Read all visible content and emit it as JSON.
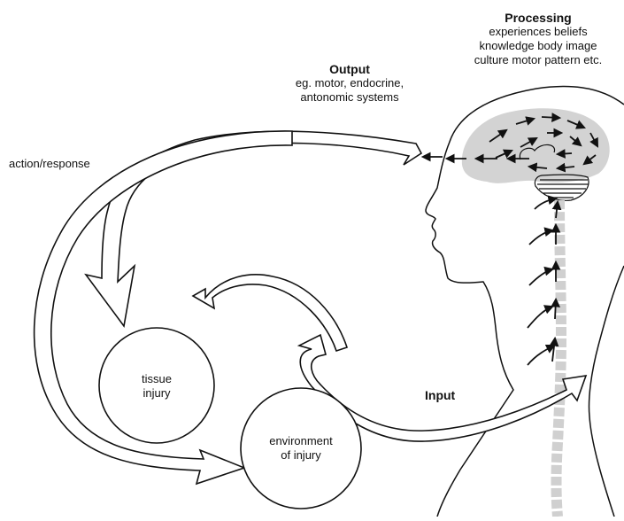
{
  "processing": {
    "title": "Processing",
    "lines": [
      "experiences  beliefs",
      "knowledge  body image",
      "culture  motor pattern etc."
    ]
  },
  "output": {
    "title": "Output",
    "lines": [
      "eg. motor, endocrine,",
      "antonomic systems"
    ]
  },
  "action_label": "action/response",
  "input_label": "Input",
  "tissue": {
    "line1": "tissue",
    "line2": "injury"
  },
  "environment": {
    "line1": "environment",
    "line2": "of injury"
  },
  "colors": {
    "ink": "#111111",
    "brain_shade": "#c8c8c8",
    "spine_shade": "#d0d0d0",
    "background": "#ffffff"
  }
}
